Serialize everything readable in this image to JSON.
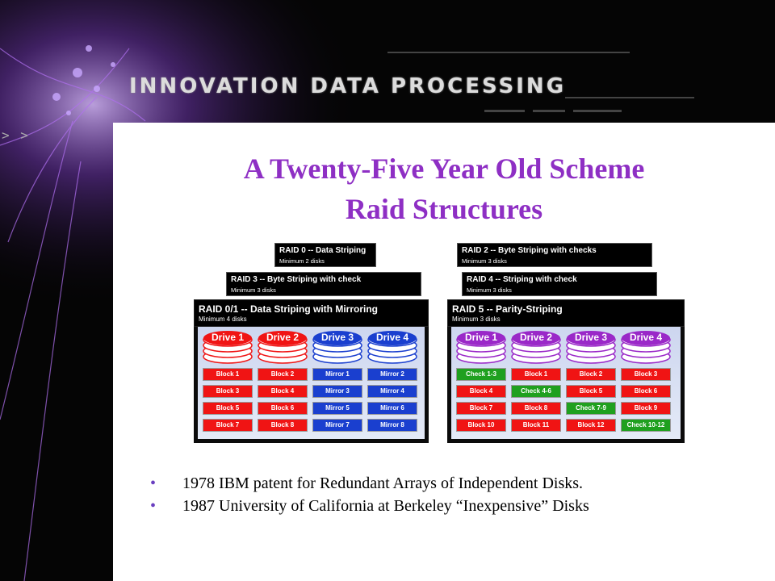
{
  "brand": {
    "name": "Innovation Data Processing",
    "nav_marks": "> >"
  },
  "slide": {
    "title_line1": "A Twenty-Five Year Old Scheme",
    "title_line2": "Raid Structures",
    "bullets": [
      "1978 IBM patent for Redundant Arrays of Independent Disks.",
      "1987 University of California at Berkeley “Inexpensive” Disks"
    ]
  },
  "diagram": {
    "left": {
      "back1": {
        "title": "RAID 0 -- Data Striping",
        "sub": "Minimum 2 disks"
      },
      "back2": {
        "title": "RAID 3 -- Byte Striping with check",
        "sub": "Minimum 3 disks"
      },
      "main": {
        "title": "RAID 0/1 -- Data Striping with Mirroring",
        "sub": "Minimum 4 disks"
      },
      "drives": [
        {
          "label": "Drive 1",
          "color": "red"
        },
        {
          "label": "Drive 2",
          "color": "red"
        },
        {
          "label": "Drive 3",
          "color": "blue"
        },
        {
          "label": "Drive 4",
          "color": "blue"
        }
      ],
      "rows": [
        [
          {
            "text": "Block 1",
            "color": "red"
          },
          {
            "text": "Block 2",
            "color": "red"
          },
          {
            "text": "Mirror 1",
            "color": "blue"
          },
          {
            "text": "Mirror 2",
            "color": "blue"
          }
        ],
        [
          {
            "text": "Block 3",
            "color": "red"
          },
          {
            "text": "Block 4",
            "color": "red"
          },
          {
            "text": "Mirror 3",
            "color": "blue"
          },
          {
            "text": "Mirror 4",
            "color": "blue"
          }
        ],
        [
          {
            "text": "Block 5",
            "color": "red"
          },
          {
            "text": "Block 6",
            "color": "red"
          },
          {
            "text": "Mirror 5",
            "color": "blue"
          },
          {
            "text": "Mirror 6",
            "color": "blue"
          }
        ],
        [
          {
            "text": "Block 7",
            "color": "red"
          },
          {
            "text": "Block 8",
            "color": "red"
          },
          {
            "text": "Mirror 7",
            "color": "blue"
          },
          {
            "text": "Mirror 8",
            "color": "blue"
          }
        ]
      ]
    },
    "right": {
      "back1": {
        "title": "RAID 2 -- Byte Striping with checks",
        "sub": "Minimum 3 disks"
      },
      "back2": {
        "title": "RAID 4 -- Striping with check",
        "sub": "Minimum 3 disks"
      },
      "main": {
        "title": "RAID 5 -- Parity-Striping",
        "sub": "Minimum 3 disks"
      },
      "drives": [
        {
          "label": "Drive 1",
          "color": "purple"
        },
        {
          "label": "Drive 2",
          "color": "purple"
        },
        {
          "label": "Drive 3",
          "color": "purple"
        },
        {
          "label": "Drive 4",
          "color": "purple"
        }
      ],
      "rows": [
        [
          {
            "text": "Check 1-3",
            "color": "green"
          },
          {
            "text": "Block 1",
            "color": "red"
          },
          {
            "text": "Block 2",
            "color": "red"
          },
          {
            "text": "Block 3",
            "color": "red"
          }
        ],
        [
          {
            "text": "Block 4",
            "color": "red"
          },
          {
            "text": "Check 4-6",
            "color": "green"
          },
          {
            "text": "Block 5",
            "color": "red"
          },
          {
            "text": "Block 6",
            "color": "red"
          }
        ],
        [
          {
            "text": "Block 7",
            "color": "red"
          },
          {
            "text": "Block 8",
            "color": "red"
          },
          {
            "text": "Check 7-9",
            "color": "green"
          },
          {
            "text": "Block 9",
            "color": "red"
          }
        ],
        [
          {
            "text": "Block 10",
            "color": "red"
          },
          {
            "text": "Block 11",
            "color": "red"
          },
          {
            "text": "Block 12",
            "color": "red"
          },
          {
            "text": "Check 10-12",
            "color": "green"
          }
        ]
      ]
    },
    "colors": {
      "red": "#f01414",
      "blue": "#1a3fcf",
      "green": "#1fa01f",
      "purple": "#9a28c8",
      "title": "#8e2fc4"
    }
  }
}
